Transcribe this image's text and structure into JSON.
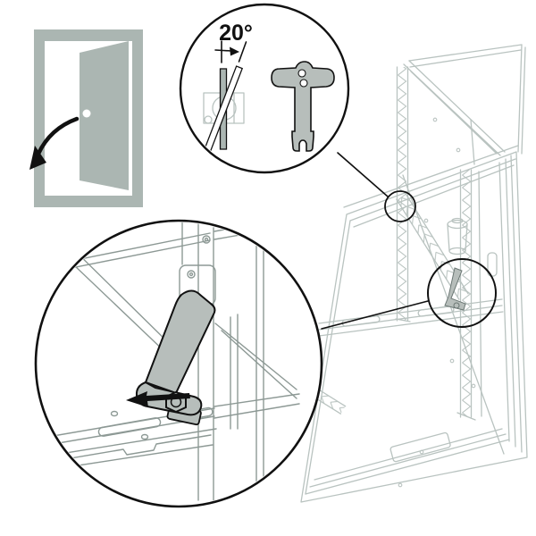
{
  "figure": {
    "background": "#ffffff",
    "angle_label": "20°",
    "colors": {
      "door_gray": "#abb6b2",
      "tool_gray": "#b7bebb",
      "line_light": "#b9c3c0",
      "line_dark": "#8d9995",
      "outline_black": "#111111"
    },
    "icons": [
      "door-open-icon",
      "door-swing-arrow-icon",
      "angle-indicator-icon",
      "locking-bar-icon",
      "adjustment-key-icon",
      "window-assembly-drawing",
      "lever-arm-icon",
      "hex-nut-icon",
      "push-direction-arrow-icon",
      "callout-circle"
    ]
  }
}
